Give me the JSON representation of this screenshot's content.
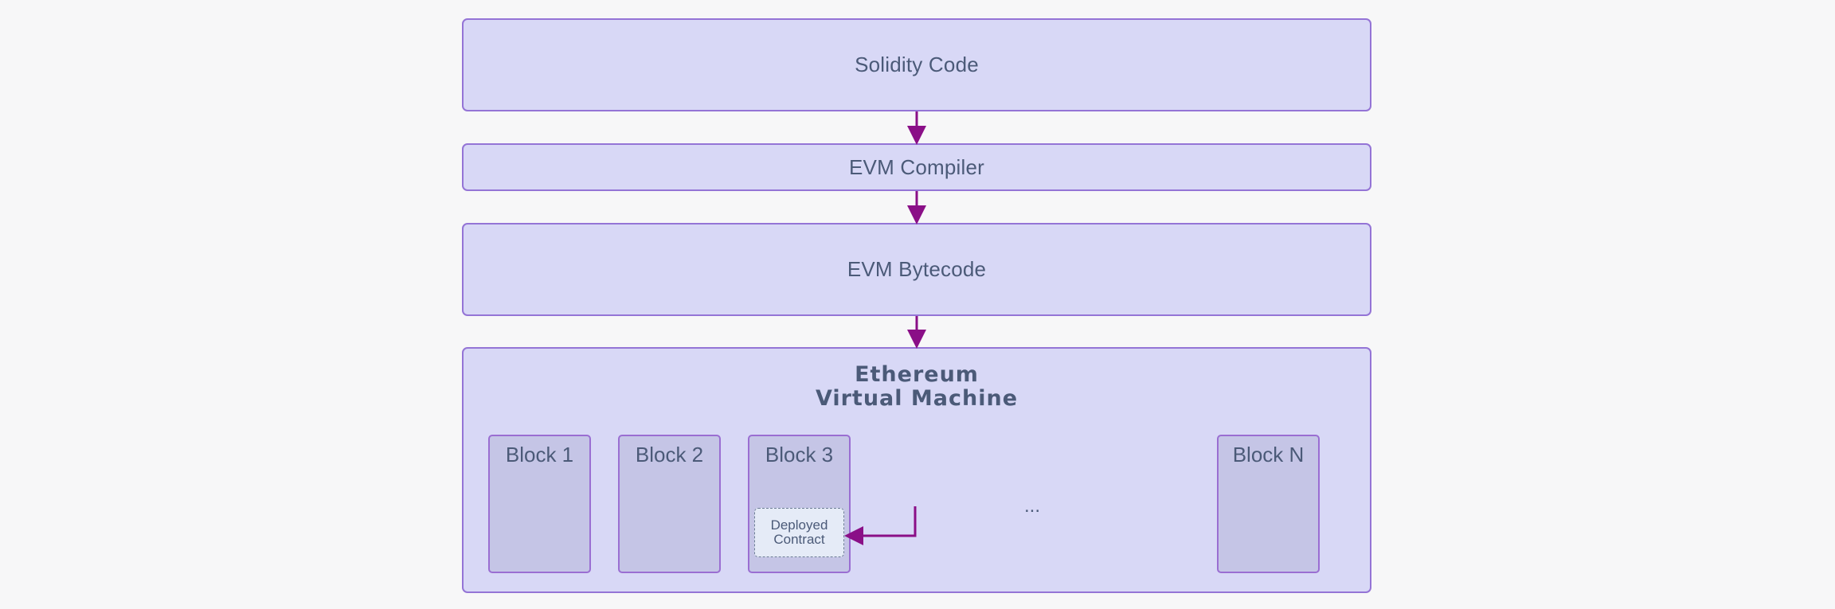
{
  "stages": {
    "solidity": "Solidity Code",
    "compiler": "EVM Compiler",
    "bytecode": "EVM Bytecode"
  },
  "evm": {
    "title_line1": "Ethereum",
    "title_line2": "Virtual Machine",
    "blocks": [
      "Block 1",
      "Block 2",
      "Block 3",
      "Block N"
    ],
    "ellipsis": "...",
    "deployed_line1": "Deployed",
    "deployed_line2": "Contract"
  },
  "colors": {
    "box_fill": "#d8d8f6",
    "box_border": "#9474d6",
    "block_fill": "#c5c5e6",
    "arrow": "#8a0f87",
    "text": "#4b5a78"
  }
}
